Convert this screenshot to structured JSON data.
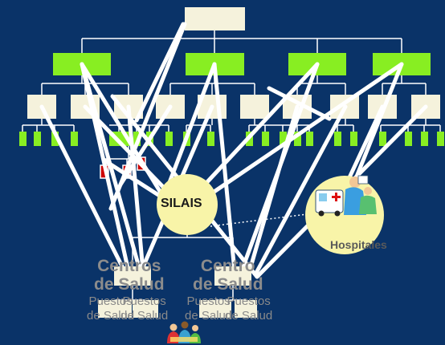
{
  "diagram": {
    "colors": {
      "background": "#0a3368",
      "box": "#f5f2dc",
      "green": "#88ee22",
      "red": "#cc0000",
      "circle": "#f8f4a8",
      "lines": "#ffffff"
    },
    "nodes": {
      "silais": "SILAIS",
      "hospitales": "Hospitales",
      "centros_1": [
        "Centros",
        "de Salud"
      ],
      "centros_2": [
        "Centro",
        "de Salud"
      ],
      "puestos": [
        [
          "Puestos",
          "de Salud"
        ],
        [
          "Puestos",
          "de Salud"
        ],
        [
          "Puestos",
          "de Salud"
        ],
        [
          "Puestos",
          "de Salud"
        ]
      ]
    },
    "icons": {
      "hospital": "ambulance-and-nurse-icon",
      "community": "community-people-icon"
    }
  }
}
